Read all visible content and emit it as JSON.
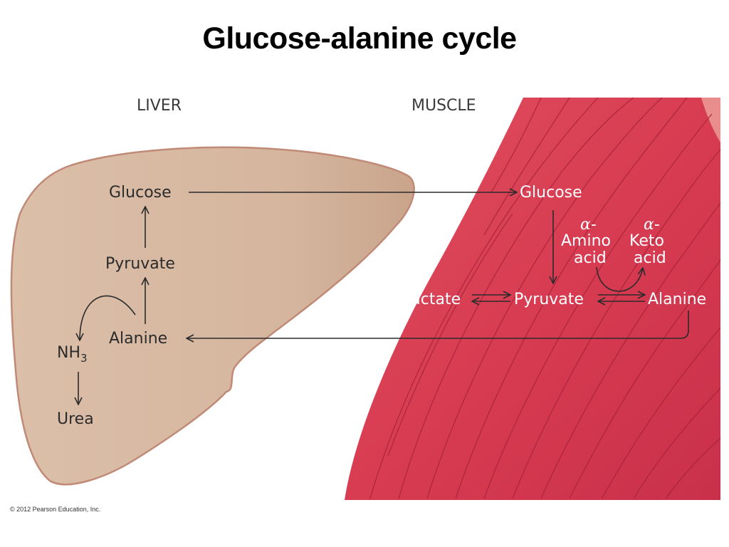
{
  "title": "Glucose-alanine cycle",
  "headings": {
    "liver": "LIVER",
    "muscle": "MUSCLE"
  },
  "liver_labels": {
    "glucose": "Glucose",
    "pyruvate": "Pyruvate",
    "alanine": "Alanine",
    "nh3_main": "NH",
    "nh3_sub": "3",
    "urea": "Urea"
  },
  "muscle_labels": {
    "glucose": "Glucose",
    "alpha_1": "α",
    "dash_1": "-",
    "amino": "Amino",
    "acid_1": "acid",
    "alpha_2": "α",
    "dash_2": "-",
    "keto": "Keto",
    "acid_2": "acid",
    "lactate": "Lactate",
    "pyruvate": "Pyruvate",
    "alanine": "Alanine"
  },
  "copyright": "© 2012 Pearson Education, Inc.",
  "colors": {
    "liver_fill": "#d7b8a2",
    "liver_stroke": "#c08a76",
    "muscle_fill": "#d93f55",
    "muscle_fiber": "#a8243a",
    "arrow": "#2b2b2b",
    "arrow_light": "#ffffff"
  }
}
